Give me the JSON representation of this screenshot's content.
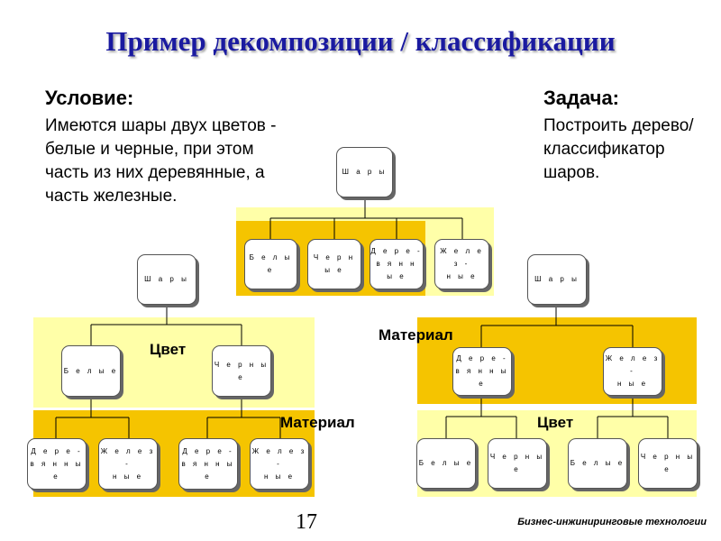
{
  "title": "Пример декомпозиции / классификации",
  "condition": {
    "heading": "Условие:",
    "text": "Имеются шары двух цветов - белые и черные, при этом часть из них деревянные, а часть железные."
  },
  "task": {
    "heading": "Задача:",
    "text": "Построить дерево/ классификатор шаров."
  },
  "top_tree": {
    "root": "Ш а р ы",
    "children": [
      "Б е л ы е",
      "Ч е р н ы е",
      "Д е р е -\nв я н н ы е",
      "Ж е л е з -\nн ы е"
    ]
  },
  "left_tree": {
    "root": "Ш а р ы",
    "level1_label": "Цвет",
    "level1": [
      "Б е л ы е",
      "Ч е р н ы е"
    ],
    "level2_label": "Материал",
    "level2": [
      "Д е р е -\nв я н н ы е",
      "Ж е л е з -\nн ы е",
      "Д е р е -\nв я н н ы е",
      "Ж е л е з -\nн ы е"
    ]
  },
  "right_tree": {
    "root": "Ш а р ы",
    "level1_label": "Материал",
    "level1": [
      "Д е р е -\nв я н н ы е",
      "Ж е л е з -\nн ы е"
    ],
    "level2_label": "Цвет",
    "level2": [
      "Б е л ы е",
      "Ч е р н ы е",
      "Б е л ы е",
      "Ч е р н ы е"
    ]
  },
  "page_number": "17",
  "footer": "Бизнес-инжиниринговые технологии",
  "colors": {
    "title": "#1a1aa0",
    "band_light": "#ffffa8",
    "band_dark": "#f5c400"
  }
}
